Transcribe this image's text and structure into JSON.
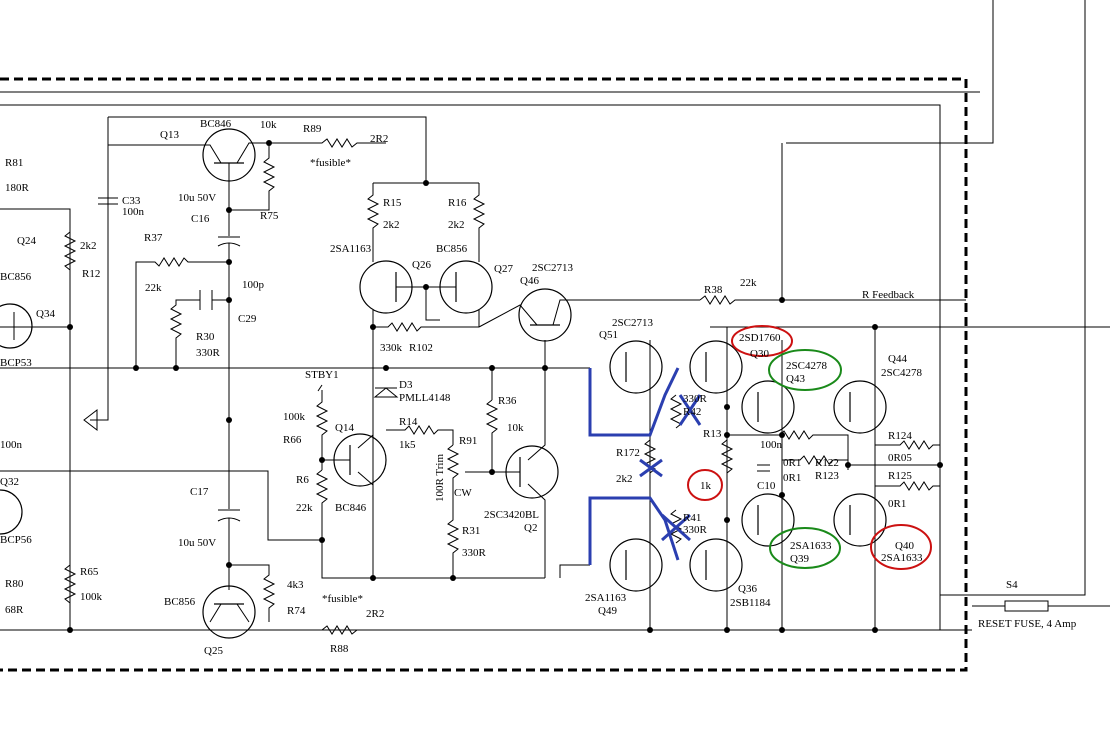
{
  "components": {
    "r81": "R81",
    "r81_val": "180R",
    "q24": "Q24",
    "q24_type": "BC856",
    "q34": "Q34",
    "q34_type": "BCP53",
    "q32": "Q32",
    "q32_type": "BCP56",
    "r80": "R80",
    "r80_val": "68R",
    "c_left_val": "100n",
    "r12": "R12",
    "r12_val": "2k2",
    "r65": "R65",
    "r65_val": "100k",
    "c33": "C33",
    "c33_val": "100n",
    "q13": "Q13",
    "q13_type": "BC846",
    "r75": "R75",
    "r75_val": "10k",
    "c16": "C16",
    "c16_val": "10u 50V",
    "r89": "R89",
    "r89_val": "2R2",
    "fusible_top": "*fusible*",
    "r37": "R37",
    "r37_val": "22k",
    "r30": "R30",
    "r30_val": "330R",
    "c29": "C29",
    "c29_val": "100p",
    "c17": "C17",
    "c17_val": "10u 50V",
    "q25": "Q25",
    "q25_type": "BC856",
    "r74": "R74",
    "r74_val": "4k3",
    "r88": "R88",
    "r88_val": "2R2",
    "fusible_bottom": "*fusible*",
    "r15": "R15",
    "r15_val": "2k2",
    "r16": "R16",
    "r16_val": "2k2",
    "q26": "Q26",
    "q26_type": "2SA1163",
    "q27": "Q27",
    "q27_type": "BC856",
    "r102": "R102",
    "r102_val": "330k",
    "stby": "STBY1",
    "r66": "R66",
    "r66_val": "100k",
    "r6": "R6",
    "r6_val": "22k",
    "q14": "Q14",
    "q14_type": "BC846",
    "d3": "D3",
    "d3_type": "PMLL4148",
    "r14": "R14",
    "r14_val": "1k5",
    "r91": "R91",
    "r91_val": "100R Trim",
    "cw": "CW",
    "r31": "R31",
    "r31_val": "330R",
    "r36": "R36",
    "r36_val": "10k",
    "q2": "Q2",
    "q2_type": "2SC3420BL",
    "q46": "Q46",
    "q46_type": "2SC2713",
    "r38": "R38",
    "r38_val": "22k",
    "feedback": "R Feedback",
    "q51": "Q51",
    "q51_type": "2SC2713",
    "q30": "Q30",
    "q30_type": "2SD1760",
    "q43": "Q43",
    "q43_type": "2SC4278",
    "q44": "Q44",
    "q44_type": "2SC4278",
    "r42": "R42",
    "r42_val": "330R",
    "r41": "R41",
    "r41_val": "330R",
    "r172": "R172",
    "r172_val": "2k2",
    "r13": "R13",
    "note_1k": "1k",
    "c10": "C10",
    "c10_val": "100n",
    "r122": "R122",
    "r122_val": "0R1",
    "r123": "R123",
    "r123_val": "0R1",
    "r124": "R124",
    "r124_val": "0R05",
    "r125": "R125",
    "r125_val": "0R1",
    "q49": "Q49",
    "q49_type": "2SA1163",
    "q36": "Q36",
    "q36_type": "2SB1184",
    "q39": "Q39",
    "q39_type": "2SA1633",
    "q40": "Q40",
    "q40_type": "2SA1633",
    "s4": "S4",
    "s4_desc": "RESET FUSE, 4 Amp"
  },
  "annotation_colors": {
    "blue": "#2b3fb0",
    "red": "#cc1111",
    "green": "#1a8a1a"
  }
}
